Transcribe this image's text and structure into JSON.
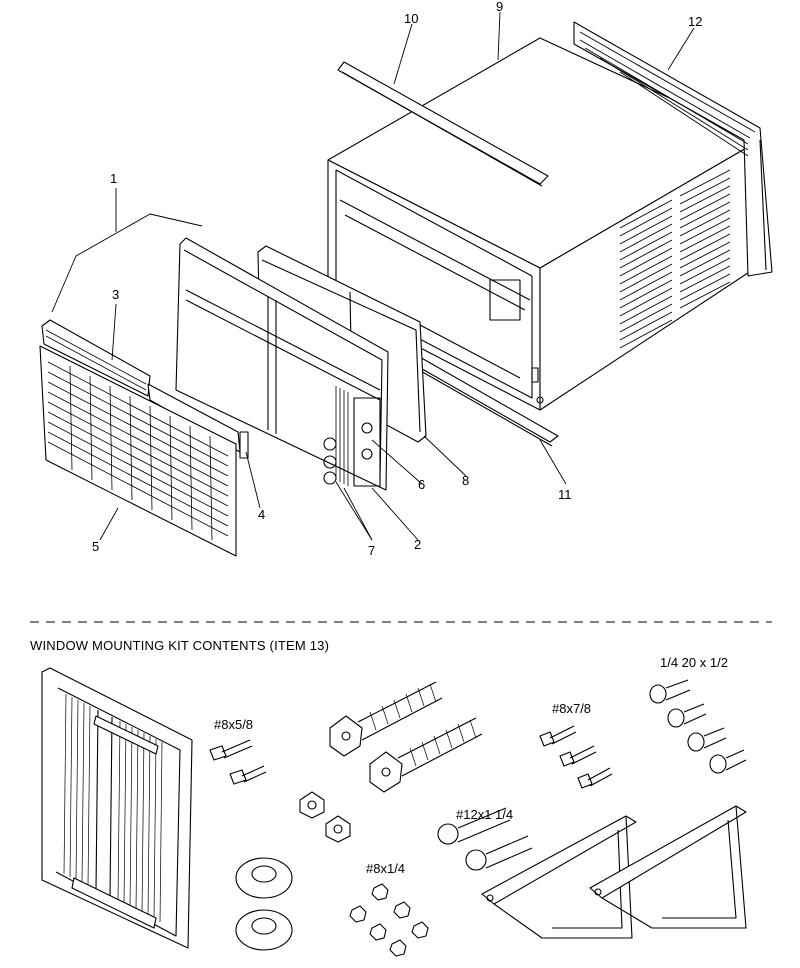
{
  "callouts": {
    "c1": "1",
    "c2": "2",
    "c3": "3",
    "c4": "4",
    "c5": "5",
    "c6": "6",
    "c7": "7",
    "c8": "8",
    "c9": "9",
    "c10": "10",
    "c11": "11",
    "c12": "12"
  },
  "kit": {
    "heading": "WINDOW MOUNTING KIT CONTENTS (ITEM 13)",
    "screw_8x5_8": "#8x5/8",
    "screw_8x7_8": "#8x7/8",
    "screw_1_4_20x1_2": "1/4 20 x 1/2",
    "screw_12x1_1_4": "#12x1 1/4",
    "screw_8x1_4": "#8x1/4"
  }
}
